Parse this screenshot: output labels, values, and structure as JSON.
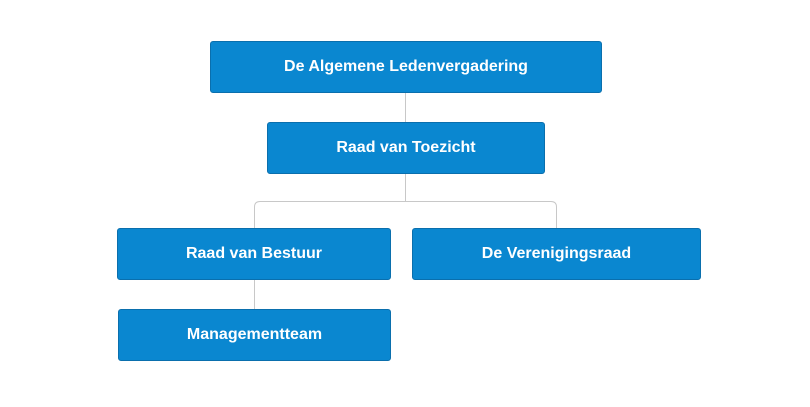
{
  "colors": {
    "node_fill": "#0a87d0",
    "node_border": "#0a6fad",
    "node_text": "#ffffff",
    "connector": "#c8c8c8"
  },
  "org_chart": {
    "nodes": {
      "general_assembly": "De Algemene Ledenvergadering",
      "supervisory_board": "Raad van Toezicht",
      "executive_board": "Raad van Bestuur",
      "association_council": "De Verenigingsraad",
      "management_team": "Managementteam"
    },
    "links": [
      [
        "general_assembly",
        "supervisory_board"
      ],
      [
        "supervisory_board",
        "executive_board"
      ],
      [
        "supervisory_board",
        "association_council"
      ],
      [
        "executive_board",
        "management_team"
      ]
    ]
  }
}
